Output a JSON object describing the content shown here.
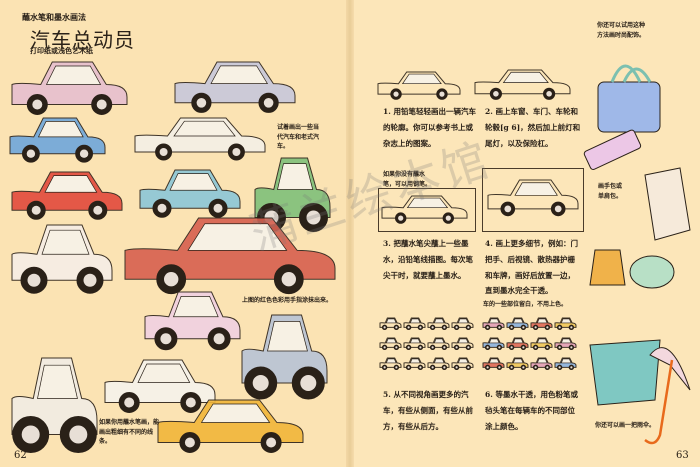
{
  "left_page": {
    "section": "蘸水笔和墨水画法",
    "title": "汽车总动员",
    "paper": "打印纸或浅色艺术纸",
    "captions": [
      "试着画出一些当代汽车和老式汽车。",
      "上图的红色色彩用手指涂抹出来。",
      "如果你用蘸水笔画，能画出粗细有不同的线条。"
    ],
    "page_number": "62"
  },
  "right_page": {
    "steps": [
      "1. 用铅笔轻轻画出一辆汽车的轮廓。你可以参考书上或杂志上的图案。",
      "2. 画上车窗、车门、车轮和轮毂[g 6]，然后加上前灯和尾灯，以及保险杠。",
      "3. 把蘸水笔尖蘸上一些墨水，沿铅笔线描图。每次笔尖干时，就要蘸上墨水。",
      "4. 画上更多细节，例如：门把手、后视镜、散热器护栅和车牌，画好后放置一边，直到墨水完全干透。",
      "5. 从不同视角画更多的汽车，有些从侧面，有些从前方，有些从后方。",
      "6. 等墨水干透，用色粉笔或毡头笔在每辆车的不同部位涂上颜色。"
    ],
    "captions": [
      "如果你没有蘸水笔，可以用钢笔。",
      "车的一些部位留白，不用上色。",
      "你还可以试用这种方法画时尚配饰。",
      "画手包或单肩包。",
      "你还可以画一把雨伞。"
    ],
    "page_number": "63"
  },
  "watermark": "蒲兰绘本馆"
}
